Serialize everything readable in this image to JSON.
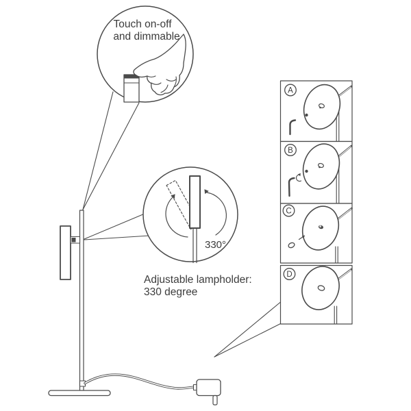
{
  "colors": {
    "line": "#4a4a4a",
    "text": "#3c3c3c",
    "background": "#ffffff"
  },
  "touch_callout": {
    "line1": "Touch on-off",
    "line2": "and dimmable"
  },
  "rotation_callout": {
    "angle_label": "330°",
    "caption_line1": "Adjustable lampholder:",
    "caption_line2": "330 degree"
  },
  "assembly_panel": {
    "steps": [
      {
        "label": "A"
      },
      {
        "label": "B"
      },
      {
        "label": "C"
      },
      {
        "label": "D"
      }
    ]
  }
}
